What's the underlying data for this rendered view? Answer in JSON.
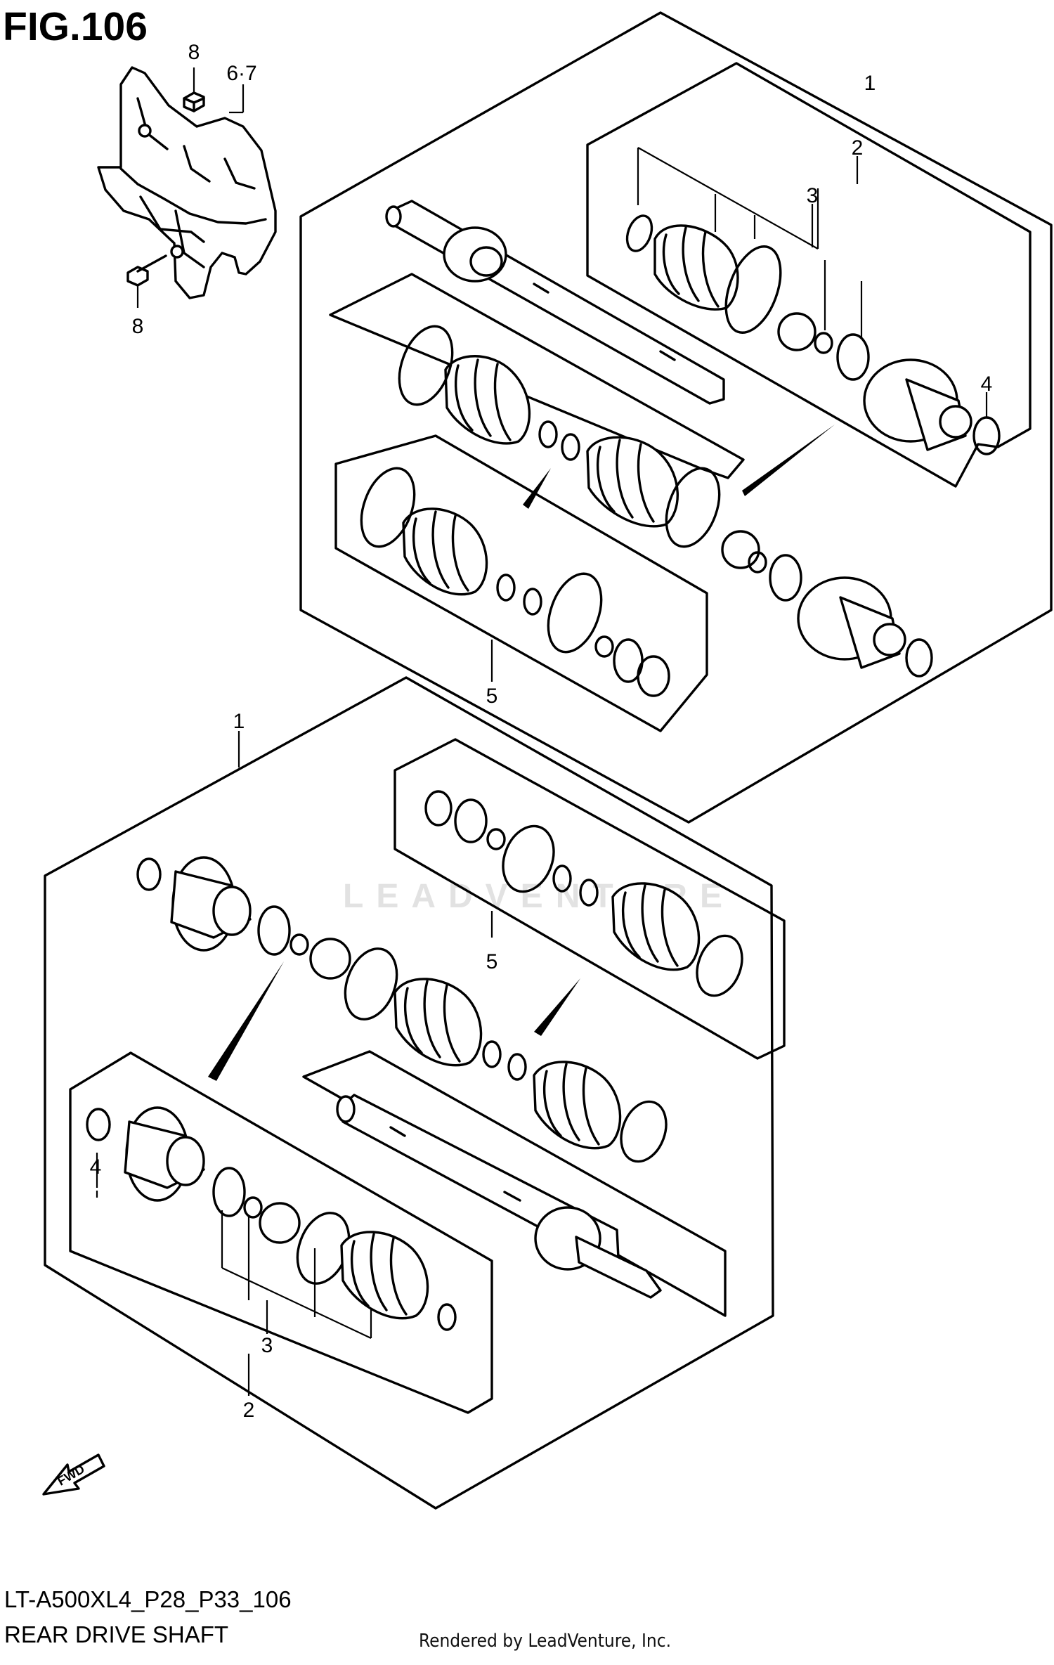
{
  "figure": {
    "title": "FIG.106"
  },
  "footer": {
    "model_code": "LT-A500XL4_P28_P33_106",
    "diagram_title": "REAR DRIVE SHAFT",
    "credit": "Rendered by LeadVenture, Inc."
  },
  "watermark": "LEADVENTURE",
  "direction": {
    "label": "FWD"
  },
  "part_numbers": {
    "bracket_bolt_top": "8",
    "bracket_guard": "6·7",
    "bracket_bolt_bottom": "8",
    "upper_shaft_assy": "1",
    "upper_joint_set": "2",
    "upper_boot_kit": "3",
    "upper_circlip": "4",
    "upper_boot_set": "5",
    "lower_shaft_assy": "1",
    "lower_boot_set": "5",
    "lower_circlip": "4",
    "lower_boot_kit": "3",
    "lower_joint_set": "2"
  },
  "colors": {
    "line": "#000000",
    "background": "#ffffff",
    "watermark": "#e2e2e2"
  }
}
